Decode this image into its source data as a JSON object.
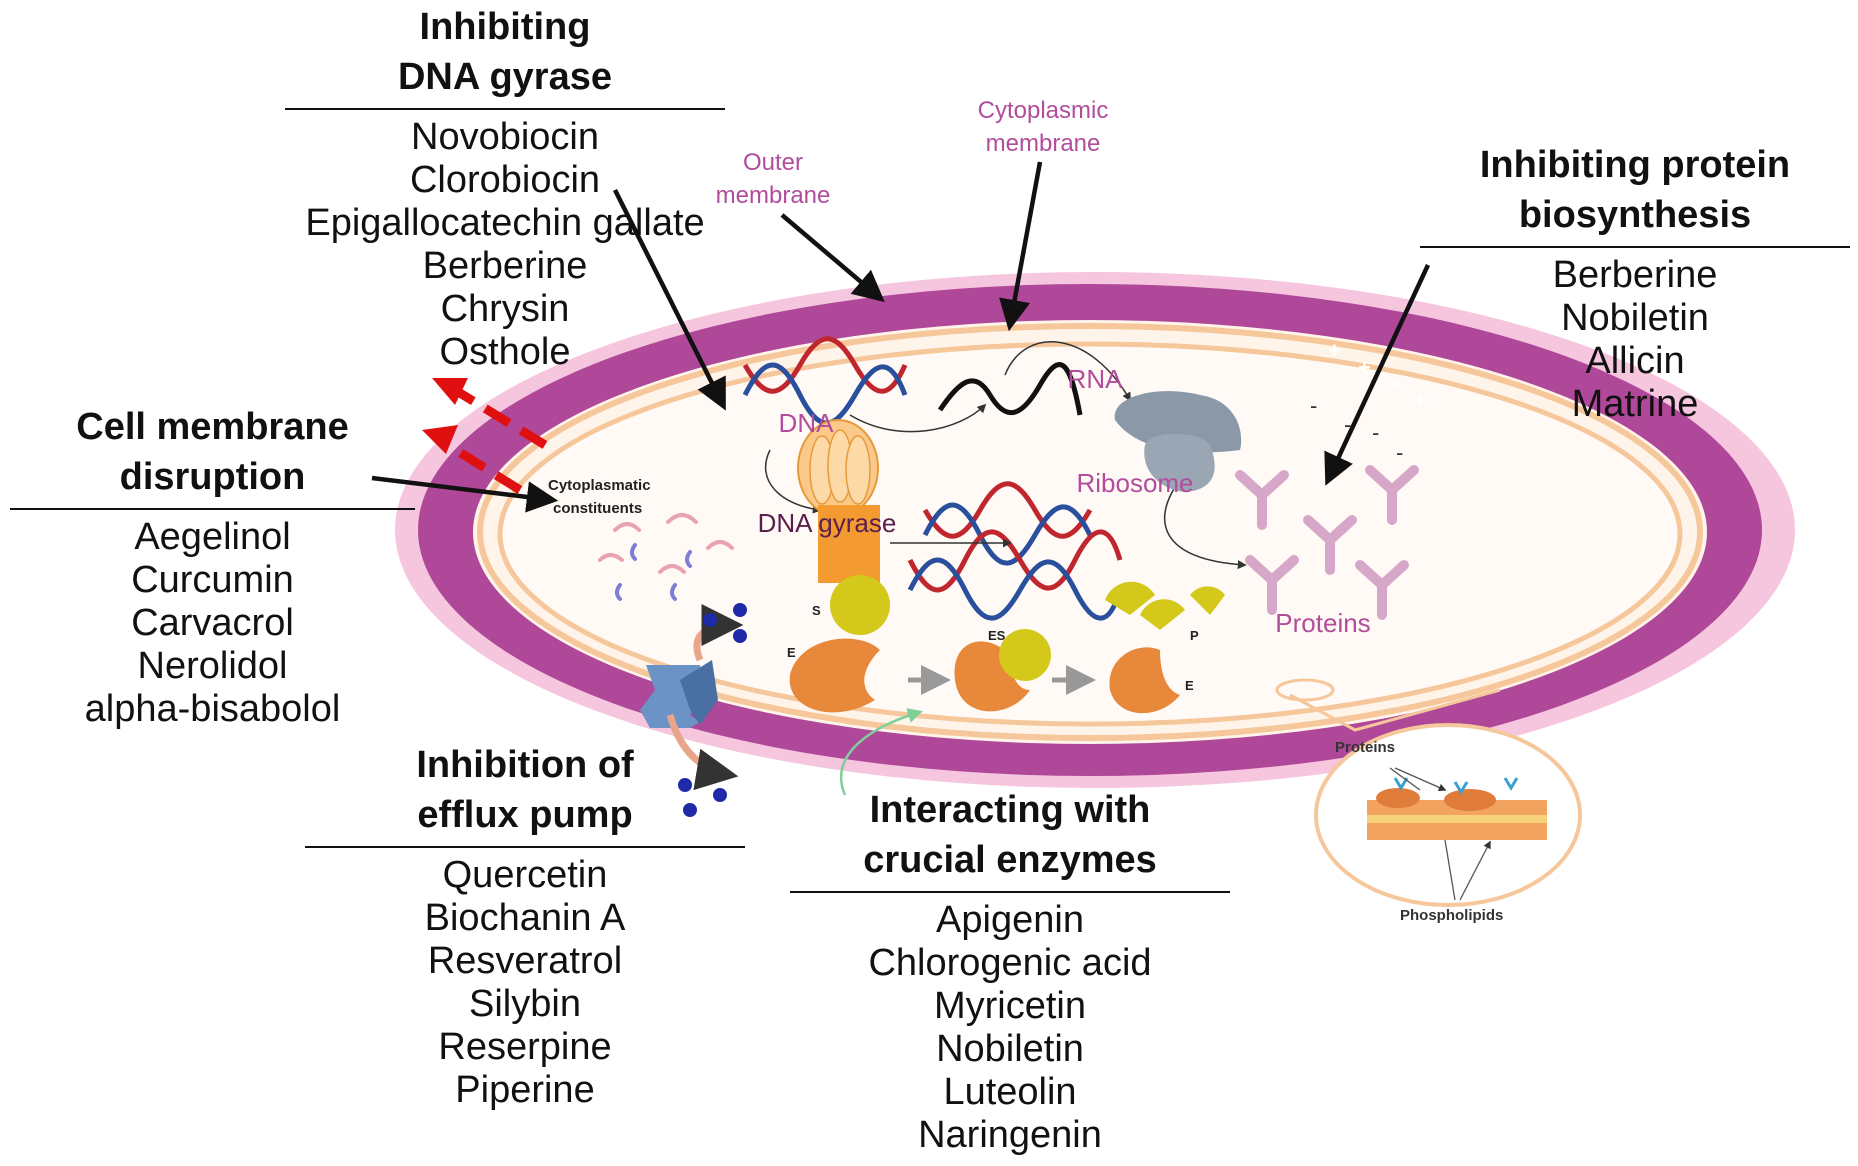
{
  "groups": {
    "dna_gyrase": {
      "title": [
        "Inhibiting",
        "DNA gyrase"
      ],
      "items": [
        "Novobiocin",
        "Clorobiocin",
        "Epigallocatechin gallate",
        "Berberine",
        "Chrysin",
        "Osthole"
      ]
    },
    "protein_biosynthesis": {
      "title": [
        "Inhibiting protein",
        "biosynthesis"
      ],
      "items": [
        "Berberine",
        "Nobiletin",
        "Allicin",
        "Matrine"
      ]
    },
    "membrane_disruption": {
      "title": [
        "Cell membrane",
        "disruption"
      ],
      "items": [
        "Aegelinol",
        "Curcumin",
        "Carvacrol",
        "Nerolidol",
        "alpha-bisabolol"
      ]
    },
    "efflux_pump": {
      "title": [
        "Inhibition of",
        "efflux pump"
      ],
      "items": [
        "Quercetin",
        "Biochanin A",
        "Resveratrol",
        "Silybin",
        "Reserpine",
        "Piperine"
      ]
    },
    "crucial_enzymes": {
      "title": [
        "Interacting with",
        "crucial enzymes"
      ],
      "items": [
        "Apigenin",
        "Chlorogenic acid",
        "Myricetin",
        "Nobiletin",
        "Luteolin",
        "Naringenin"
      ]
    }
  },
  "cell_labels": {
    "outer_membrane": [
      "Outer",
      "membrane"
    ],
    "cytoplasmic_membrane": [
      "Cytoplasmic",
      "membrane"
    ],
    "dna": "DNA",
    "rna": "RNA",
    "dna_gyrase": "DNA gyrase",
    "ribosome": "Ribosome",
    "proteins": "Proteins",
    "cytoplasmatic_constituents": [
      "Cytoplasmatic",
      "constituents"
    ],
    "enzyme_s": "S",
    "enzyme_e": "E",
    "enzyme_es": "ES",
    "enzyme_p": "P",
    "enzyme_e2": "E",
    "inset_proteins": "Proteins",
    "inset_phospholipids": "Phospholipids",
    "plus_sign": "+",
    "minus_sign": "-"
  },
  "colors": {
    "outer_membrane": "#b0489a",
    "outer_halo": "#f3bcd8",
    "inner_membrane": "#f6c79b",
    "cytoplasm": "#fffaf5",
    "label_magenta": "#b24c9c",
    "dna_red": "#c0262d",
    "dna_blue": "#2a4f9c",
    "ribosome": "#8b98a8",
    "protein": "#d6a7c8",
    "gyrase": "#f7a23a",
    "enzyme": "#e8883b",
    "substrate": "#d4c81a",
    "efflux_dot": "#1f2aa8",
    "red_arrow": "#e01010"
  }
}
